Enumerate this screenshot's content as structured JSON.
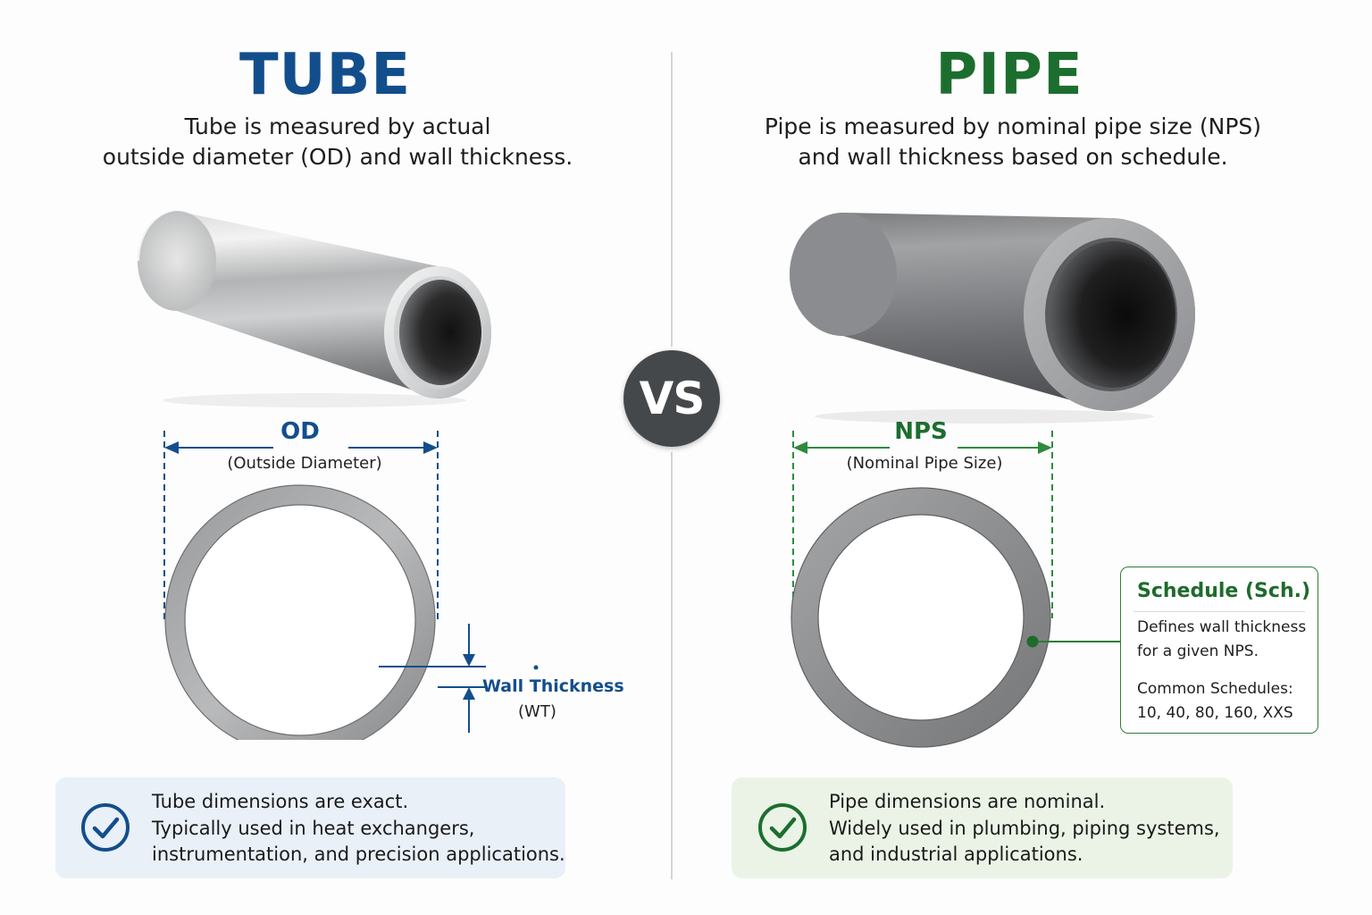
{
  "tube": {
    "title": "TUBE",
    "subtitle_line1": "Tube is measured by actual",
    "subtitle_line2": "outside diameter (OD) and wall thickness.",
    "dim_label": "OD",
    "dim_sub": "(Outside Diameter)",
    "wall_label": "Wall Thickness",
    "wall_sub": "(WT)",
    "note_line1": "Tube dimensions are exact.",
    "note_line2": "Typically used in heat exchangers,",
    "note_line3": "instrumentation, and precision applications."
  },
  "pipe": {
    "title": "PIPE",
    "subtitle_line1": "Pipe is measured by nominal pipe size (NPS)",
    "subtitle_line2": "and wall thickness based on schedule.",
    "dim_label": "NPS",
    "dim_sub": "(Nominal Pipe Size)",
    "schedule_title": "Schedule (Sch.)",
    "schedule_def1": "Defines wall thickness",
    "schedule_def2": "for a given NPS.",
    "schedule_common1": "Common Schedules:",
    "schedule_common2": "10, 40, 80, 160, XXS",
    "note_line1": "Pipe dimensions are nominal.",
    "note_line2": "Widely used in plumbing, piping systems,",
    "note_line3": "and industrial applications."
  },
  "vs_label": "VS",
  "colors": {
    "tube_blue": "#134e8c",
    "pipe_green": "#1c6e2f",
    "tube_note_bg": "#e9f0f8",
    "pipe_note_bg": "#ebf3e6",
    "vs_bg": "#45484b"
  },
  "icons": {
    "tube_check": "check-circle-icon",
    "pipe_check": "check-circle-icon"
  }
}
